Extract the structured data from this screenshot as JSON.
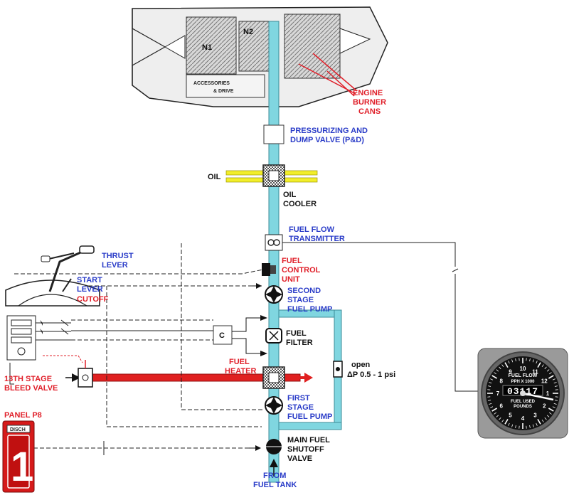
{
  "engine": {
    "n1": "N1",
    "n2": "N2",
    "accessories_line1": "ACCESSORIES",
    "accessories_line2": "& DRIVE",
    "burner_line1": "ENGINE",
    "burner_line2": "BURNER",
    "burner_line3": "CANS"
  },
  "components": {
    "pd_valve_line1": "PRESSURIZING AND",
    "pd_valve_line2": "DUMP VALVE (P&D)",
    "oil": "OIL",
    "oil_cooler_line1": "OIL",
    "oil_cooler_line2": "COOLER",
    "ff_transmitter_line1": "FUEL FLOW",
    "ff_transmitter_line2": "TRANSMITTER",
    "fcu_line1": "FUEL",
    "fcu_line2": "CONTROL",
    "fcu_line3": "UNIT",
    "second_pump_line1": "SECOND",
    "second_pump_line2": "STAGE",
    "second_pump_line3": "FUEL PUMP",
    "fuel_filter_line1": "FUEL",
    "fuel_filter_line2": "FILTER",
    "filter_c": "C",
    "fuel_heater_line1": "FUEL",
    "fuel_heater_line2": "HEATER",
    "bypass_line1": "open",
    "bypass_line2": "ΔP 0.5 - 1 psi",
    "first_pump_line1": "FIRST",
    "first_pump_line2": "STAGE",
    "first_pump_line3": "FUEL PUMP",
    "shutoff_line1": "MAIN FUEL",
    "shutoff_line2": "SHUTOFF",
    "shutoff_line3": "VALVE",
    "tank_line1": "FROM",
    "tank_line2": "FUEL TANK"
  },
  "controls": {
    "thrust_line1": "THRUST",
    "thrust_line2": "LEVER",
    "start_line1": "START",
    "start_line2": "LEVER",
    "cutoff": "CUTOFF",
    "bleed_line1": "13TH STAGE",
    "bleed_line2": "BLEED VALVE",
    "panel_label": "PANEL P8",
    "panel_tag": "DISCH",
    "panel_number": "1"
  },
  "gauge": {
    "title_line1": "FUEL FLOW",
    "title_line2": "PPH X 1000",
    "digits": "03117",
    "used_line1": "FUEL USED",
    "used_line2": "POUNDS",
    "dial_numbers": [
      "10",
      "11",
      "12",
      "1",
      "2",
      "3",
      "4",
      "5",
      "6",
      "7",
      "8",
      "9"
    ]
  },
  "colors": {
    "fuel_line": "#80d6e0",
    "fuel_outline": "#3c8c98",
    "oil_line": "#f2ee2a",
    "bleed_line": "#e02020",
    "label_blue": "#2a3cc8",
    "label_red": "#e0202a"
  }
}
